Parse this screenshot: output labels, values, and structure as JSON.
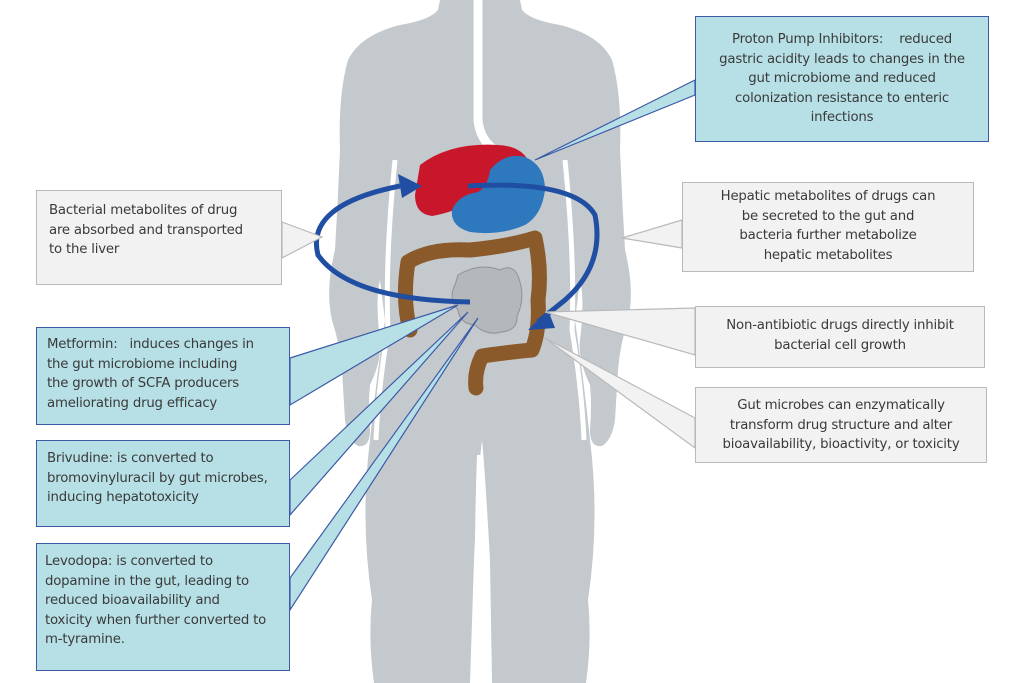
{
  "figure": {
    "colors": {
      "body": "#c3c9cc",
      "liver": "#c8172b",
      "stomach": "#2e78bd",
      "colon": "#8b5a2b",
      "small_intestine": "#b5b8bb",
      "arrow": "#1f4ea3",
      "blue_box_fill": "#b7e0e6",
      "blue_box_border": "#3d5aa8",
      "gray_box_fill": "#f2f2f2",
      "gray_box_border": "#b9b9b9"
    },
    "callouts": {
      "ppi": {
        "style": "blue",
        "lines": [
          "Proton Pump Inhibitors:    reduced",
          "gastric acidity leads to changes in the",
          "gut microbiome and reduced",
          "colonization resistance to enteric",
          "infections"
        ]
      },
      "bacterial_metabolites": {
        "style": "gray",
        "lines": [
          "Bacterial metabolites of drug",
          "are absorbed and transported",
          "to the liver"
        ]
      },
      "hepatic_metabolites": {
        "style": "gray",
        "lines": [
          "Hepatic metabolites of drugs can",
          "be secreted to the gut and",
          "bacteria further metabolize",
          "hepatic metabolites"
        ]
      },
      "non_antibiotic": {
        "style": "gray",
        "lines": [
          "Non-antibiotic drugs directly inhibit",
          "bacterial cell growth"
        ]
      },
      "enzymatic": {
        "style": "gray",
        "lines": [
          "Gut microbes can enzymatically",
          "transform drug structure and alter",
          "bioavailability, bioactivity, or toxicity"
        ]
      },
      "metformin": {
        "style": "blue",
        "lines": [
          "Metformin:   induces changes in",
          "the gut microbiome including",
          "the growth of SCFA producers",
          "ameliorating drug efficacy"
        ]
      },
      "brivudine": {
        "style": "blue",
        "lines": [
          "Brivudine: is converted to",
          "bromovinyluracil by gut microbes,",
          "inducing hepatotoxicity"
        ]
      },
      "levodopa": {
        "style": "blue",
        "lines": [
          "Levodopa: is converted to",
          "dopamine in the gut, leading to",
          "reduced bioavailability and",
          "toxicity when further converted to",
          "m-tyramine."
        ]
      }
    }
  }
}
